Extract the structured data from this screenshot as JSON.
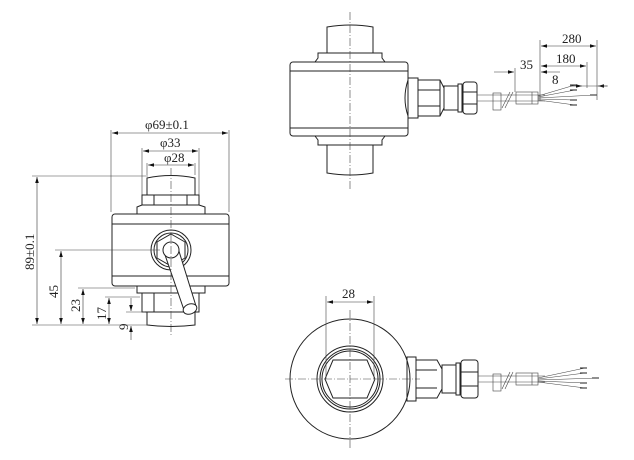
{
  "drawing": {
    "type": "technical-drawing",
    "subject": "column load cell with cable",
    "views": [
      "side-view-left",
      "top-view",
      "bottom-view"
    ],
    "line_color": "#222222",
    "background": "#ffffff"
  },
  "side_view": {
    "dims": {
      "overall_diameter": "φ69±0.1",
      "mid_diameter": "φ33",
      "inner_diameter": "φ28",
      "total_height": "89±0.1",
      "h45": "45",
      "h23": "23",
      "h17": "17",
      "h9": "9"
    }
  },
  "top_view": {
    "dims": {
      "cable_280": "280",
      "cable_180": "180",
      "cable_35": "35",
      "cable_8": "8"
    }
  },
  "bottom_view": {
    "dims": {
      "thread_28": "28"
    }
  }
}
